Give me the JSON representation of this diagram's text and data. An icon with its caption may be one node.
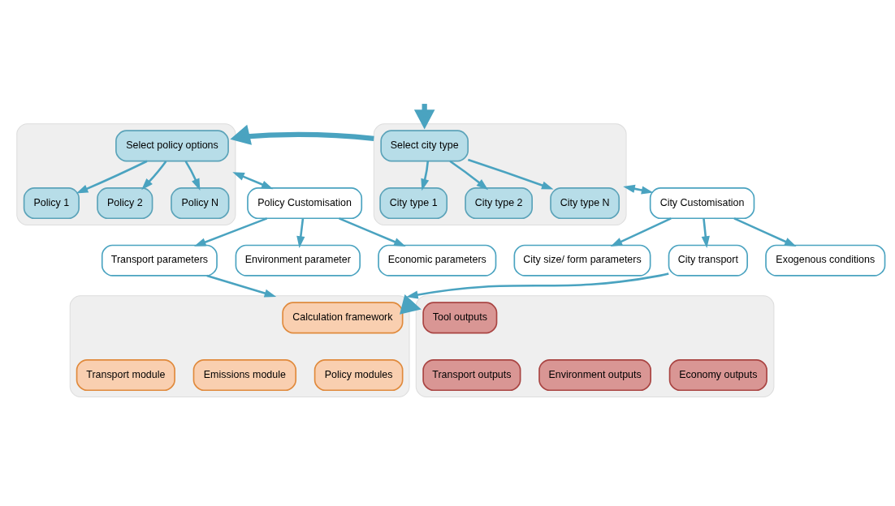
{
  "diagram": {
    "nodes": [
      {
        "text": [],
        "shape": "box"
      },
      {
        "text": [
          "Select city type"
        ],
        "in": 0
      },
      {
        "text": [
          "City type 1"
        ],
        "in": 0
      },
      {
        "text": [
          "City type 2"
        ],
        "in": 0
      },
      {
        "text": [
          "City type N"
        ],
        "in": 0
      },
      {
        "text": [],
        "shape": "box"
      },
      {
        "text": [
          "Select policy options"
        ],
        "in": 5
      },
      {
        "text": [
          "Policy 1"
        ],
        "in": 5
      },
      {
        "text": [
          "Policy 2"
        ],
        "in": 5
      },
      {
        "text": [
          "Policy N"
        ],
        "in": 5
      },
      {
        "text": [
          "City Customisation"
        ]
      },
      {
        "text": [
          "City size/ form parameters"
        ]
      },
      {
        "text": [
          "City transport"
        ]
      },
      {
        "text": [
          "Exogenous conditions"
        ]
      },
      {
        "text": [
          "Policy Customisation"
        ]
      },
      {
        "text": [
          "Transport parameters"
        ]
      },
      {
        "text": [
          "Environment parameter"
        ]
      },
      {
        "text": [
          "Economic parameters"
        ]
      },
      {
        "text": [],
        "shape": "box"
      },
      {
        "text": [
          "Calculation framework"
        ],
        "in": 18
      },
      {
        "text": [
          "Transport module"
        ],
        "in": 18
      },
      {
        "text": [
          "Emissions module"
        ],
        "in": 18
      },
      {
        "text": [
          "Policy modules"
        ],
        "in": 18
      },
      {
        "text": [],
        "shape": "box"
      },
      {
        "text": [
          "Tool outputs"
        ],
        "in": 23
      },
      {
        "text": [
          "Transport outputs"
        ],
        "in": 23
      },
      {
        "text": [
          "Environment outputs"
        ],
        "in": 23
      },
      {
        "text": [
          "Economy outputs"
        ],
        "in": 23
      }
    ],
    "edges": [
      {
        "from": null,
        "to": 0,
        "arrow": "to",
        "style": "thick"
      },
      {
        "from": 1,
        "to": 2,
        "arrow": "to"
      },
      {
        "from": 1,
        "to": 3,
        "arrow": "to"
      },
      {
        "from": 1,
        "to": 4,
        "arrow": "to"
      },
      {
        "from": 0,
        "to": 5,
        "arrow": "to",
        "style": "thick"
      },
      {
        "from": 6,
        "to": 7,
        "arrow": "to"
      },
      {
        "from": 6,
        "to": 8,
        "arrow": "to"
      },
      {
        "from": 6,
        "to": 9,
        "arrow": "to"
      },
      {
        "from": 0,
        "to": 10,
        "arrow": "both"
      },
      {
        "from": 5,
        "to": 14,
        "arrow": "both"
      },
      {
        "from": 10,
        "to": 11,
        "arrow": "to"
      },
      {
        "from": 10,
        "to": 12,
        "arrow": "to"
      },
      {
        "from": 10,
        "to": 13,
        "arrow": "to"
      },
      {
        "from": 14,
        "to": 15,
        "arrow": "to"
      },
      {
        "from": 14,
        "to": 16,
        "arrow": "to"
      },
      {
        "from": 14,
        "to": 17,
        "arrow": "to"
      },
      {
        "from": 12,
        "to": 18,
        "arrow": "to"
      },
      {
        "from": 15,
        "to": 18,
        "arrow": "to"
      },
      {
        "from": 18,
        "to": 23,
        "arrow": "to",
        "style": "thick"
      }
    ]
  }
}
